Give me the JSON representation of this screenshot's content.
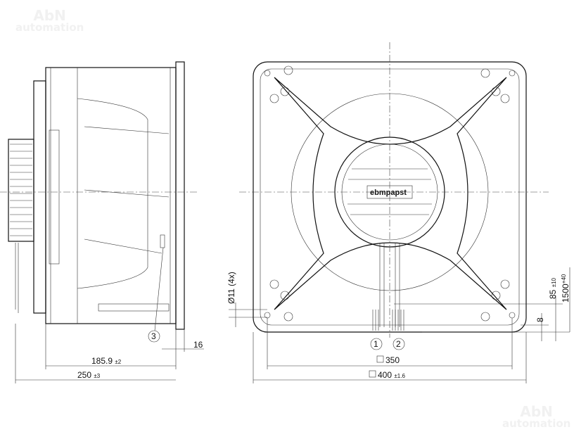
{
  "watermark": {
    "brand": "AbN",
    "sub": "automation"
  },
  "side_view": {
    "dim_length": "185.9",
    "dim_length_tol": "±2",
    "dim_total": "250",
    "dim_total_tol": "±3",
    "dim_flange": "16",
    "callout_3": "3"
  },
  "front_view": {
    "logo": "ebmpapst",
    "hole_dim": "Ø11 (4x)",
    "dim_hole_pitch": "350",
    "dim_width": "400",
    "dim_width_tol": "±1.6",
    "dim_85": "85",
    "dim_85_tol": "±10",
    "dim_cable": "1500",
    "dim_cable_tol": "+40",
    "dim_8": "8",
    "callout_1": "1",
    "callout_2": "2"
  }
}
